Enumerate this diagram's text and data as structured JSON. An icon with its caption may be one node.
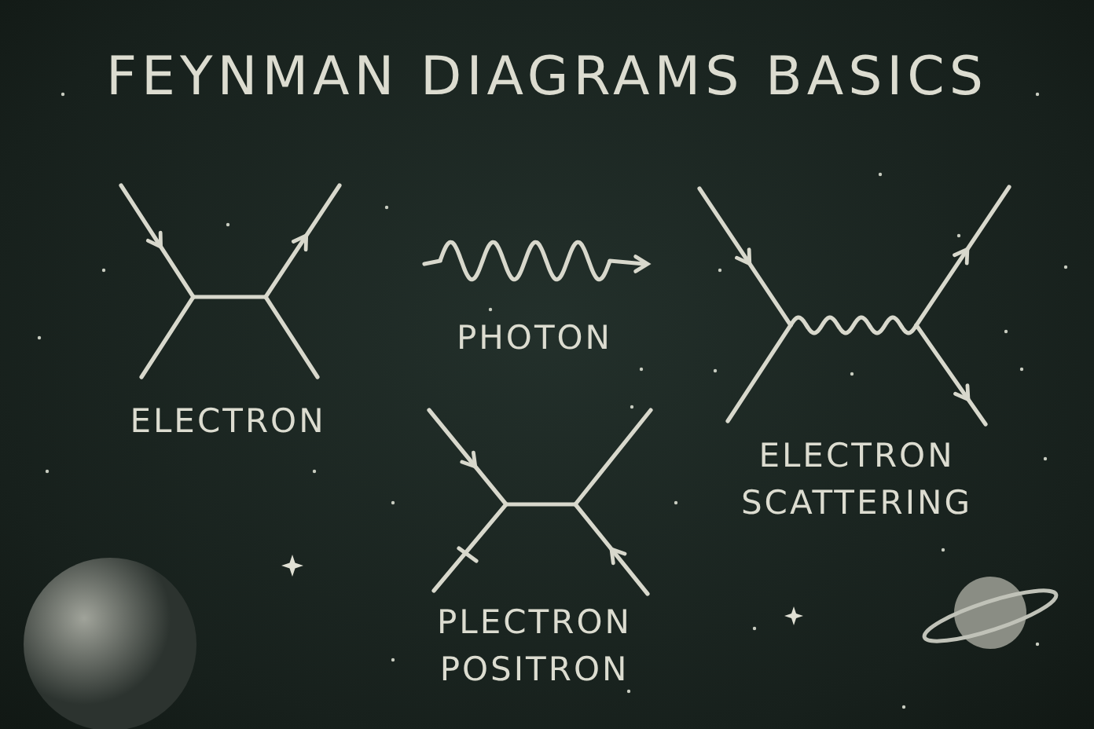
{
  "diagram": {
    "title": "FEYNMAN DIAGRAMS BASICS",
    "labels": [
      "ELECTRON",
      "PHOTON",
      "ELECTRON SCATTERING",
      "PLECTRON POSITRON"
    ]
  }
}
